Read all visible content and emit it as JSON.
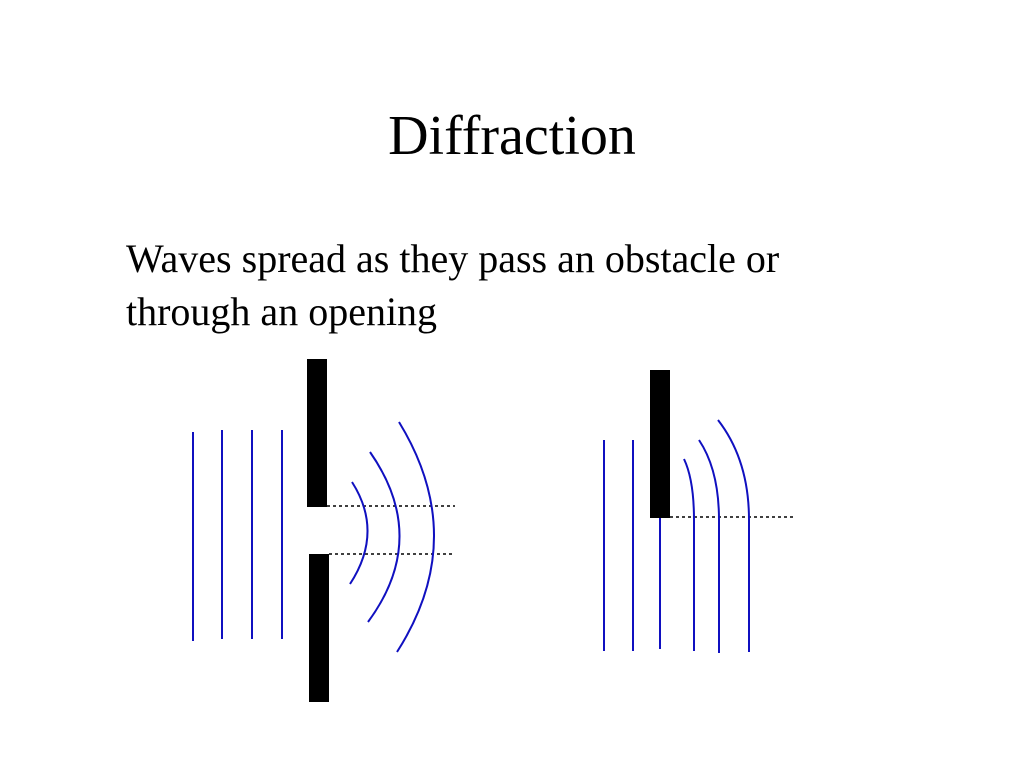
{
  "slide": {
    "title": "Diffraction",
    "body": "Waves spread as they pass an obstacle or through an opening"
  },
  "colors": {
    "wave": "#1010c0",
    "barrier": "#000000",
    "guide": "#000000",
    "background": "#ffffff"
  },
  "diagrams": [
    {
      "name": "single-slit-diffraction",
      "incident_wavefront_count": 4,
      "diffracted_wavefront_count": 3,
      "barrier_pieces": 2
    },
    {
      "name": "edge-diffraction",
      "incident_wavefront_count": 3,
      "diffracted_wavefront_count": 3,
      "barrier_pieces": 1
    }
  ]
}
